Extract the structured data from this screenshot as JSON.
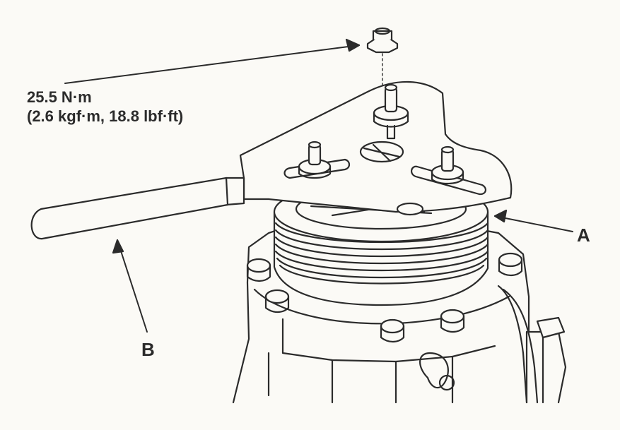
{
  "torque": {
    "line1": "25.5 N·m",
    "line2": "(2.6 kgf·m, 18.8 lbf·ft)"
  },
  "callouts": {
    "a": "A",
    "b": "B"
  },
  "colors": {
    "ink": "#2b2b2b",
    "paper": "#fbfaf6"
  }
}
